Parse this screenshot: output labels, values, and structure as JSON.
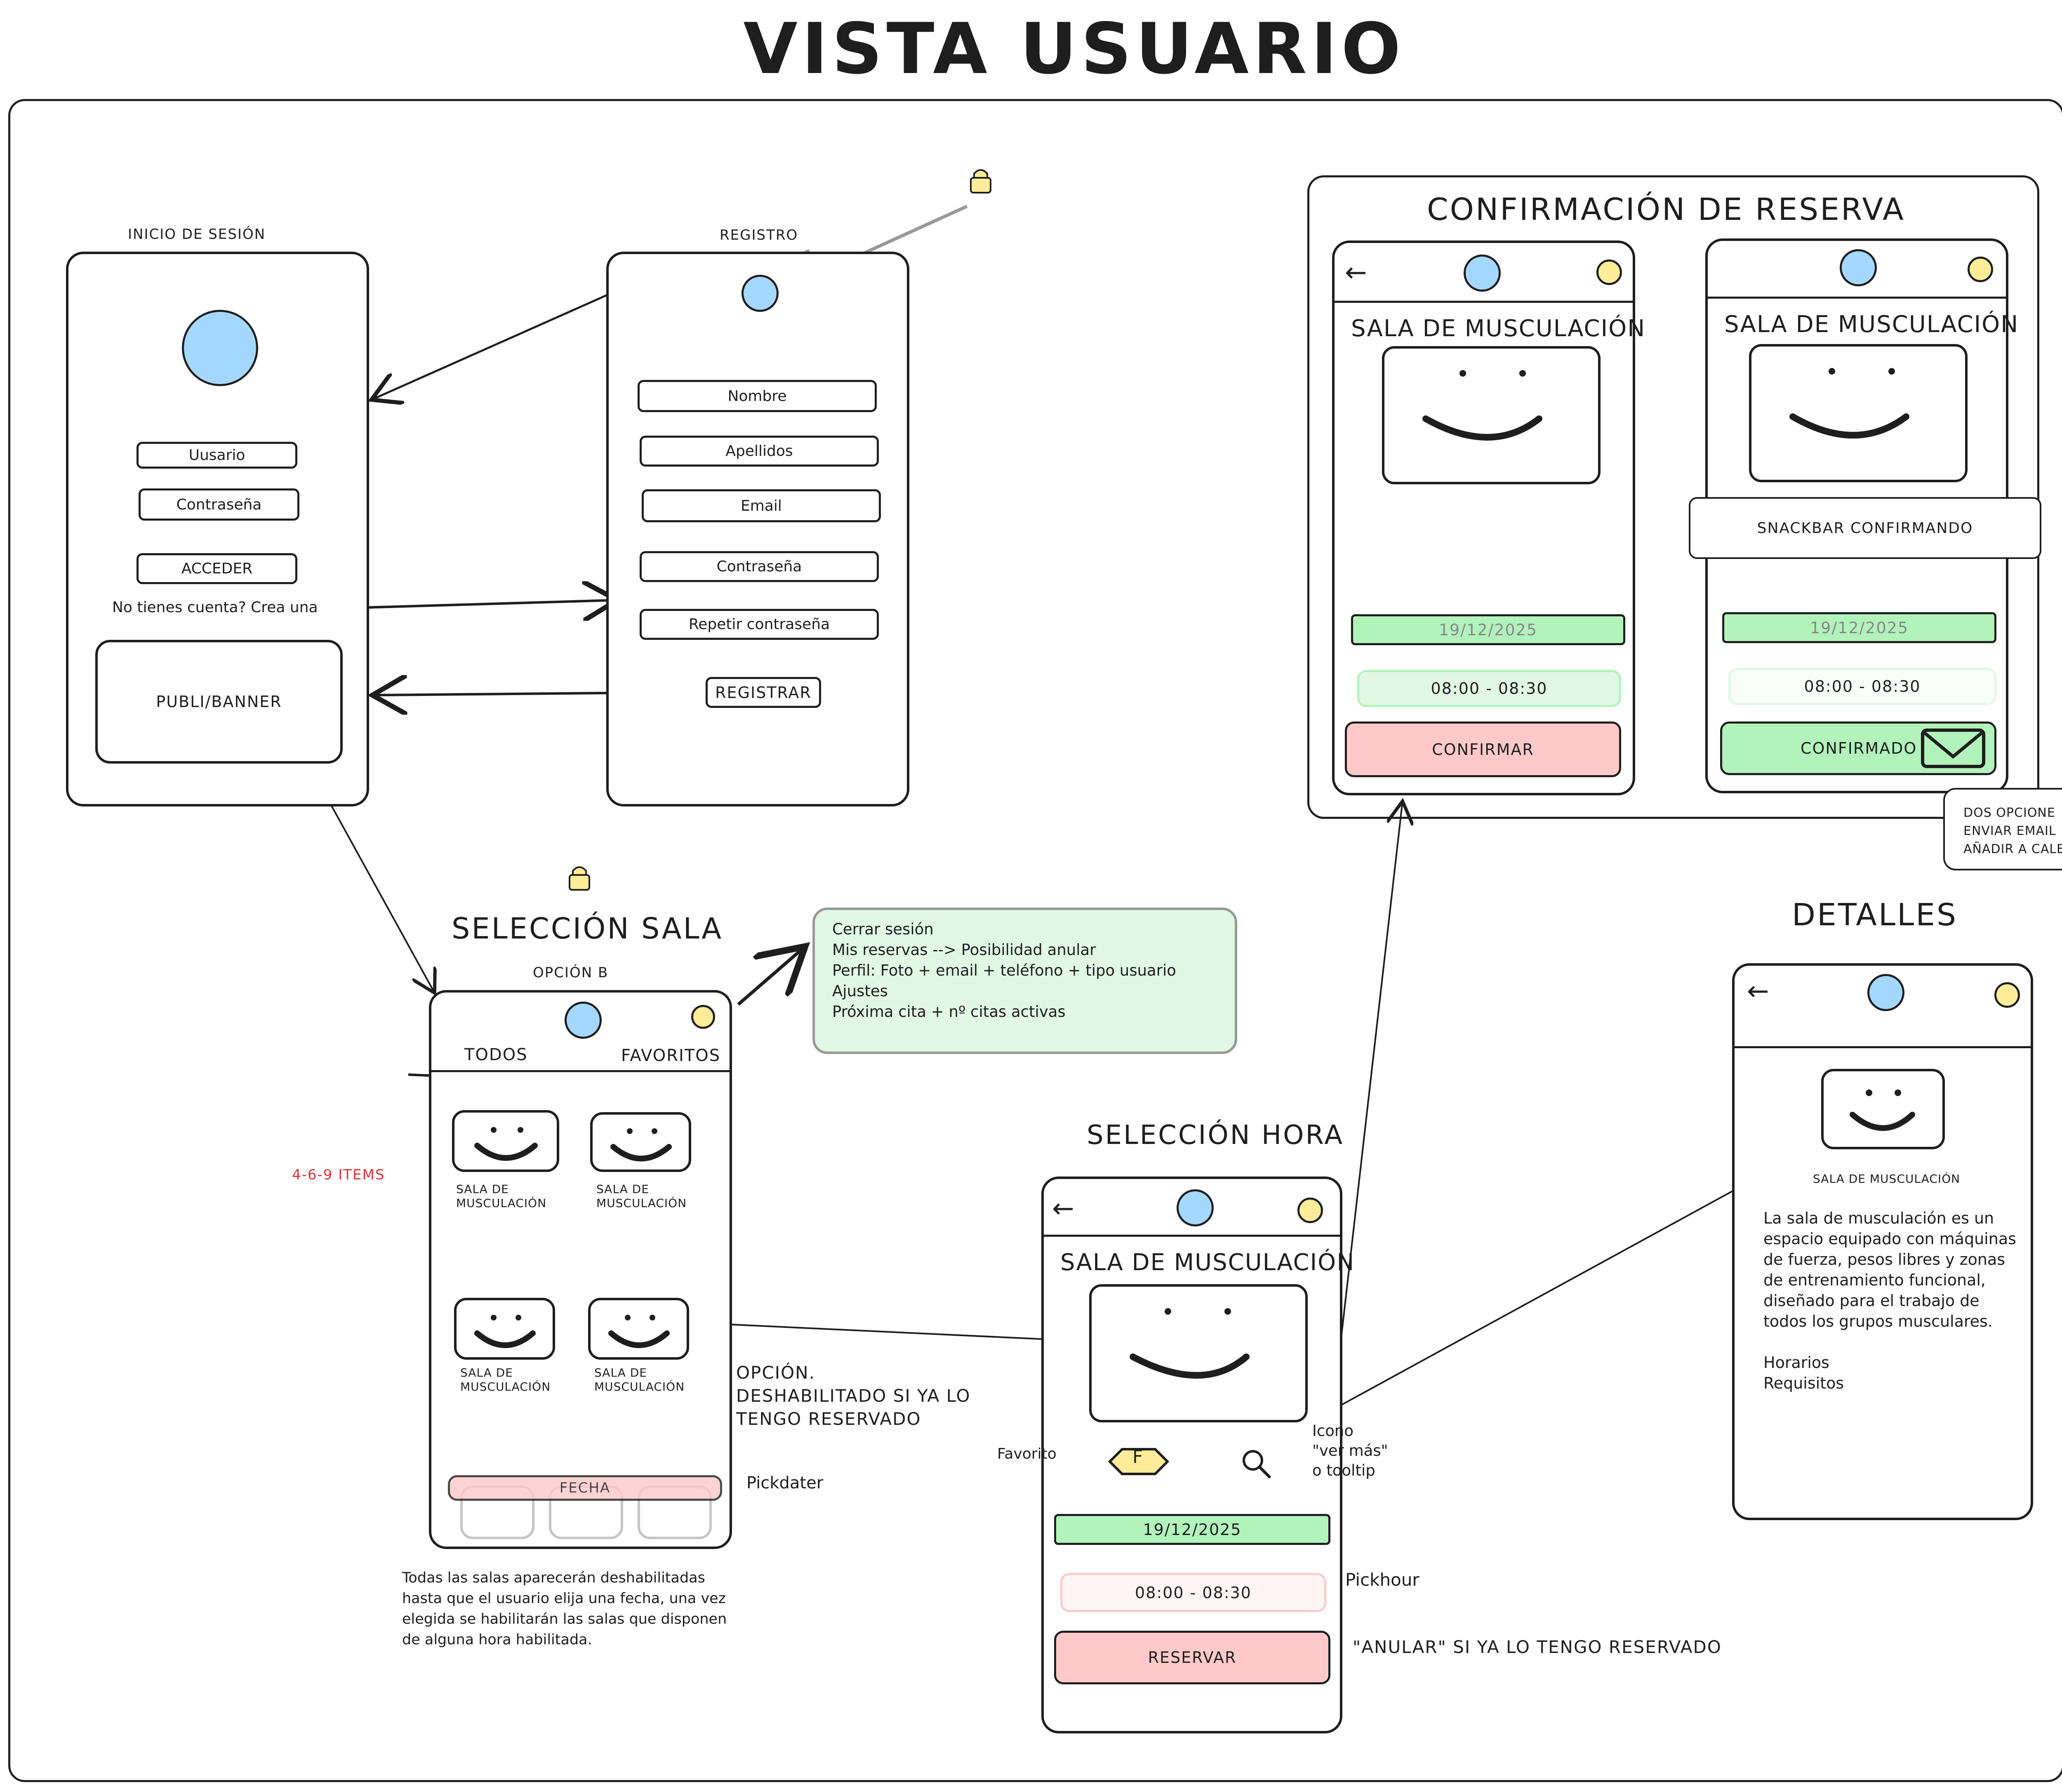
{
  "title": "VISTA USUARIO",
  "login": {
    "heading": "INICIO DE SESIÓN",
    "user_field": "Uusario",
    "password_field": "Contraseña",
    "access_button": "ACCEDER",
    "signup_prompt": "No tienes cuenta? Crea una",
    "banner": "PUBLI/BANNER"
  },
  "register": {
    "heading": "REGISTRO",
    "fields": [
      "Nombre",
      "Apellidos",
      "Email",
      "Contraseña",
      "Repetir contraseña"
    ],
    "register_button": "REGISTRAR"
  },
  "room_selection": {
    "heading": "SELECCIÓN SALA",
    "option_label": "OPCIÓN B",
    "tabs": [
      "TODOS",
      "FAVORITOS"
    ],
    "items_note": "4-6-9 ITEMS",
    "room_cards": [
      "SALA DE\nMUSCULACIÓN",
      "SALA DE\nMUSCULACIÓN",
      "SALA DE\nMUSCULACIÓN",
      "SALA DE\nMUSCULACIÓN"
    ],
    "date_button": "FECHA",
    "pickdater_note": "Pickdater",
    "option_note": "OPCIÓN.\nDESHABILITADO SI YA LO\nTENGO RESERVADO",
    "disabled_note": "Todas las salas aparecerán deshabilitadas\nhasta que el usuario elija una fecha, una vez\nelegida se habilitarán las salas que disponen\nde alguna hora habilitada."
  },
  "menu_note": "Cerrar sesión\nMis reservas --> Posibilidad anular\nPerfil: Foto + email + teléfono + tipo usuario\nAjustes\nPróxima cita + nº citas activas",
  "hour_selection": {
    "heading": "SELECCIÓN HORA",
    "room_title": "SALA DE MUSCULACIÓN",
    "favorite_label": "Favorito",
    "favorite_badge": "F",
    "icon_note": "Icono\n\"ver más\"\no tooltip",
    "date": "19/12/2025",
    "hour": "08:00 - 08:30",
    "pickhour_note": "Pickhour",
    "reserve_button": "RESERVAR",
    "cancel_note": "\"ANULAR\" SI YA LO TENGO RESERVADO"
  },
  "confirmation": {
    "heading": "CONFIRMACIÓN DE RESERVA",
    "room_title": "SALA DE MUSCULACIÓN",
    "date": "19/12/2025",
    "hour": "08:00 - 08:30",
    "confirm_button": "CONFIRMAR",
    "snackbar": "SNACKBAR CONFIRMANDO",
    "confirmed_button": "CONFIRMADO",
    "options_note": "DOS OPCIONE\nENVIAR EMAIL\nAÑADIR A CALENDARIO"
  },
  "details": {
    "heading": "DETALLES",
    "room_caption": "SALA DE MUSCULACIÓN",
    "description": "La sala de musculación es un\nespacio equipado con máquinas\nde fuerza, pesos libres y zonas\nde entrenamiento funcional,\ndiseñado para el trabajo de\ntodos los grupos musculares.\n\nHorarios\nRequisitos"
  },
  "colors": {
    "blue": "#a5d8ff",
    "yellow": "#ffec99",
    "green": "#b2f2bb",
    "red": "#ffc9c9",
    "note_green": "#e0f8e4",
    "red_text": "#e03131"
  }
}
